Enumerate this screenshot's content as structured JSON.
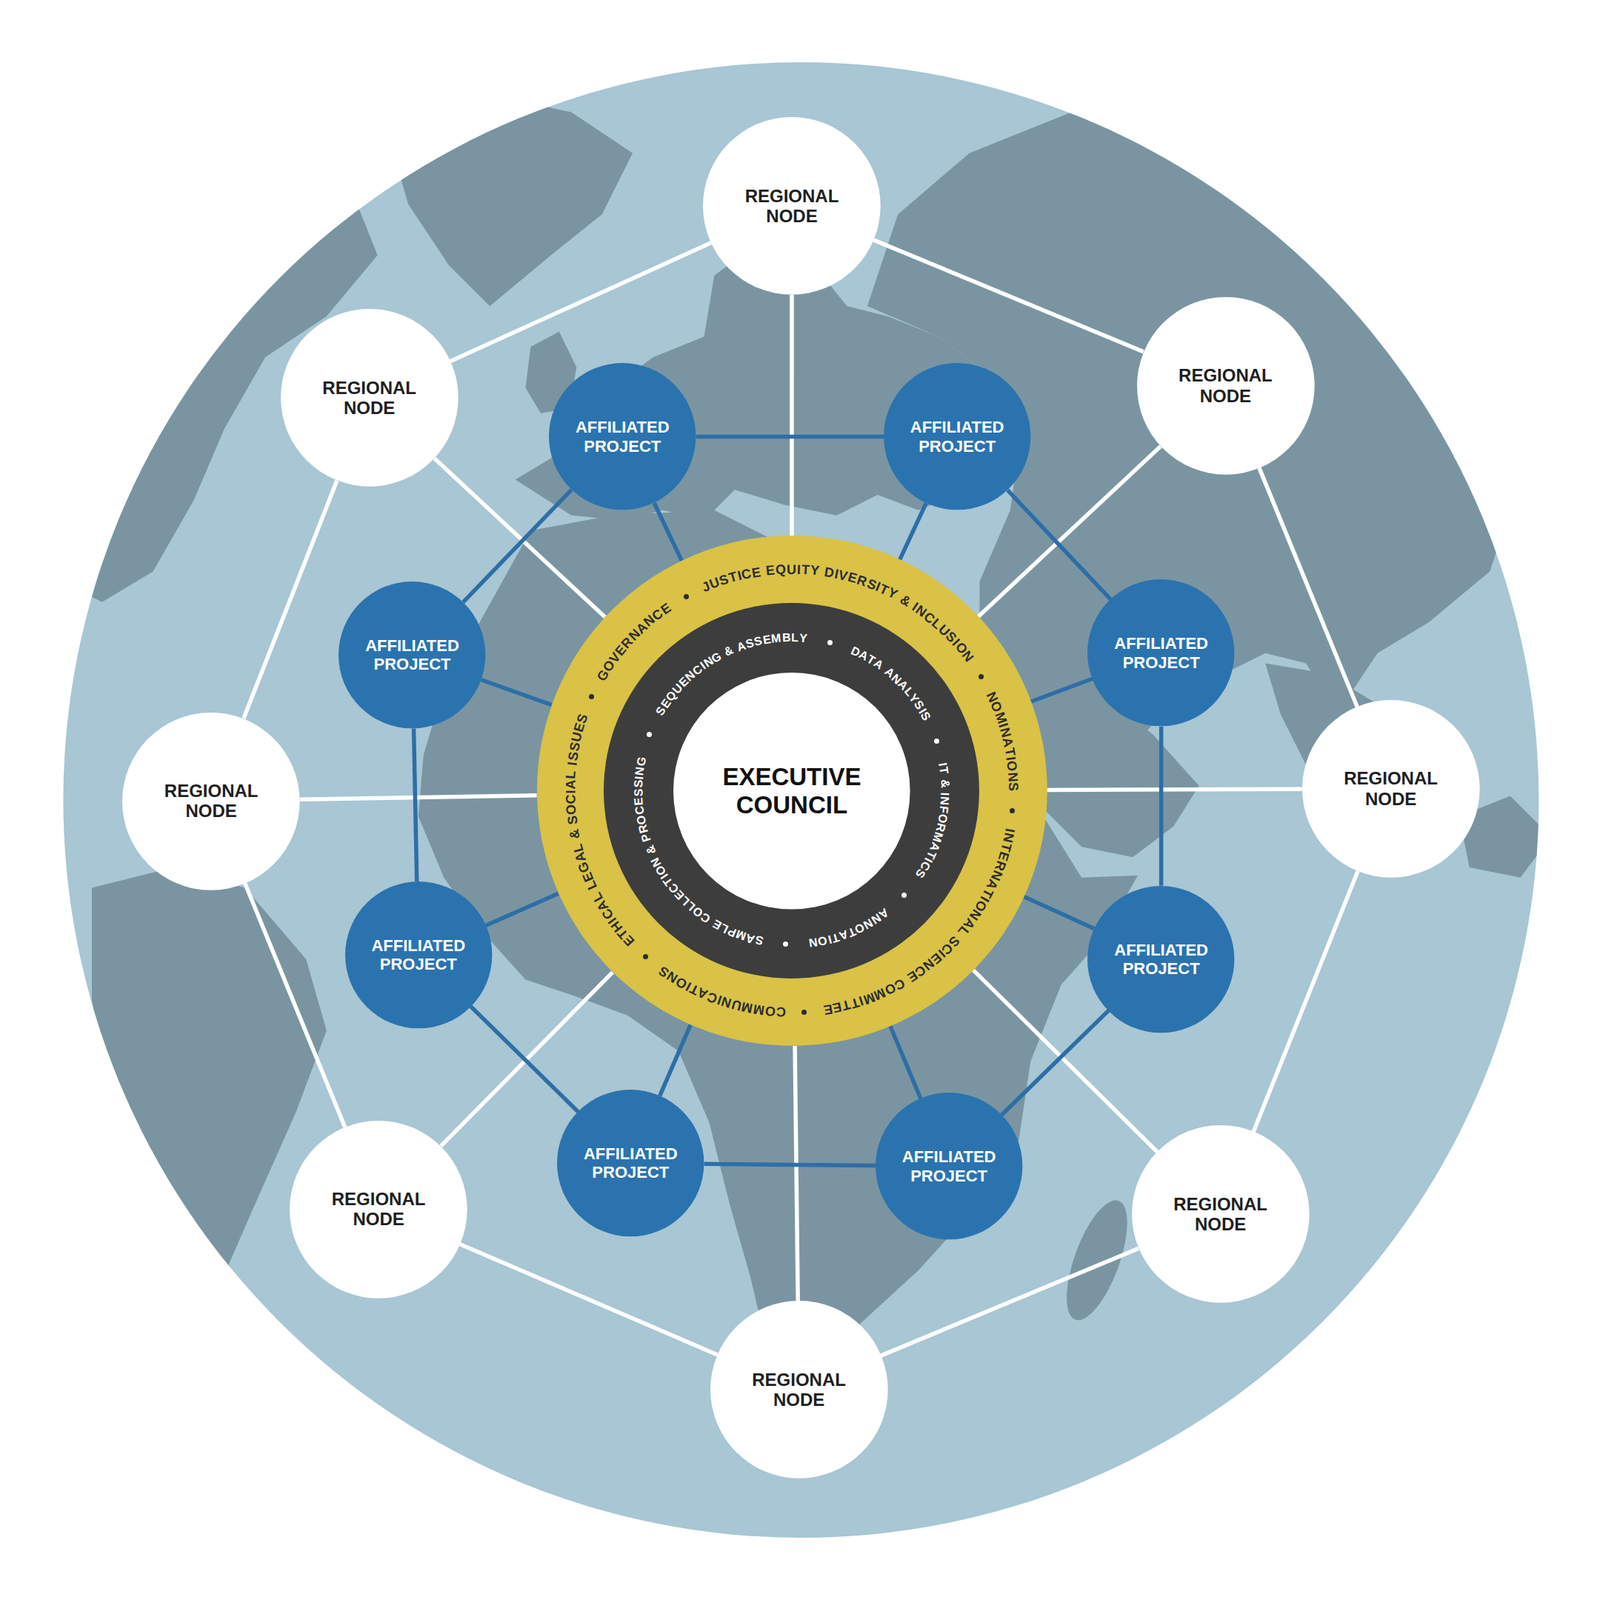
{
  "diagram": {
    "nodes": [
      {
        "text": [
          "GOVERNANCE",
          "JUSTICE EQUITY DIVERSITY & INCLUSION",
          "NOMINATIONS",
          "INTERNATIONAL SCIENCE COMMITTEE",
          "COMMUNICATIONS",
          "ETHICAL LEGAL & SOCIAL ISSUES"
        ]
      },
      {
        "text": [
          "SEQUENCING & ASSEMBLY",
          "DATA ANALYSIS",
          "IT & INFORMATICS",
          "ANNOTATION",
          "SAMPLE COLLECTION & PROCESSING"
        ],
        "in": 0
      },
      {
        "text": [
          "EXECUTIVE COUNCIL"
        ],
        "in": 1
      },
      {
        "text": [
          "REGIONAL NODE"
        ]
      },
      {
        "text": [
          "REGIONAL NODE"
        ]
      },
      {
        "text": [
          "REGIONAL NODE"
        ]
      },
      {
        "text": [
          "REGIONAL NODE"
        ]
      },
      {
        "text": [
          "REGIONAL NODE"
        ]
      },
      {
        "text": [
          "REGIONAL NODE"
        ]
      },
      {
        "text": [
          "REGIONAL NODE"
        ]
      },
      {
        "text": [
          "REGIONAL NODE"
        ]
      },
      {
        "text": [
          "AFFILIATED PROJECT"
        ]
      },
      {
        "text": [
          "AFFILIATED PROJECT"
        ]
      },
      {
        "text": [
          "AFFILIATED PROJECT"
        ]
      },
      {
        "text": [
          "AFFILIATED PROJECT"
        ]
      },
      {
        "text": [
          "AFFILIATED PROJECT"
        ]
      },
      {
        "text": [
          "AFFILIATED PROJECT"
        ]
      },
      {
        "text": [
          "AFFILIATED PROJECT"
        ]
      },
      {
        "text": [
          "AFFILIATED PROJECT"
        ]
      }
    ],
    "edges": [
      {
        "from": 3,
        "to": 4,
        "arrow": "none"
      },
      {
        "from": 4,
        "to": 5,
        "arrow": "none"
      },
      {
        "from": 5,
        "to": 6,
        "arrow": "none"
      },
      {
        "from": 6,
        "to": 7,
        "arrow": "none"
      },
      {
        "from": 7,
        "to": 8,
        "arrow": "none"
      },
      {
        "from": 8,
        "to": 9,
        "arrow": "none"
      },
      {
        "from": 9,
        "to": 10,
        "arrow": "none"
      },
      {
        "from": 10,
        "to": 3,
        "arrow": "none"
      },
      {
        "from": 3,
        "to": 0,
        "arrow": "none"
      },
      {
        "from": 4,
        "to": 0,
        "arrow": "none"
      },
      {
        "from": 5,
        "to": 0,
        "arrow": "none"
      },
      {
        "from": 6,
        "to": 0,
        "arrow": "none"
      },
      {
        "from": 7,
        "to": 0,
        "arrow": "none"
      },
      {
        "from": 8,
        "to": 0,
        "arrow": "none"
      },
      {
        "from": 9,
        "to": 0,
        "arrow": "none"
      },
      {
        "from": 10,
        "to": 0,
        "arrow": "none"
      },
      {
        "from": 11,
        "to": 12,
        "arrow": "none"
      },
      {
        "from": 12,
        "to": 13,
        "arrow": "none"
      },
      {
        "from": 13,
        "to": 14,
        "arrow": "none"
      },
      {
        "from": 14,
        "to": 15,
        "arrow": "none"
      },
      {
        "from": 15,
        "to": 16,
        "arrow": "none"
      },
      {
        "from": 16,
        "to": 17,
        "arrow": "none"
      },
      {
        "from": 17,
        "to": 18,
        "arrow": "none"
      },
      {
        "from": 18,
        "to": 11,
        "arrow": "none"
      },
      {
        "from": 11,
        "to": 0,
        "arrow": "none"
      },
      {
        "from": 12,
        "to": 0,
        "arrow": "none"
      },
      {
        "from": 13,
        "to": 0,
        "arrow": "none"
      },
      {
        "from": 14,
        "to": 0,
        "arrow": "none"
      },
      {
        "from": 15,
        "to": 0,
        "arrow": "none"
      },
      {
        "from": 16,
        "to": 0,
        "arrow": "none"
      },
      {
        "from": 17,
        "to": 0,
        "arrow": "none"
      },
      {
        "from": 18,
        "to": 0,
        "arrow": "none"
      }
    ]
  }
}
